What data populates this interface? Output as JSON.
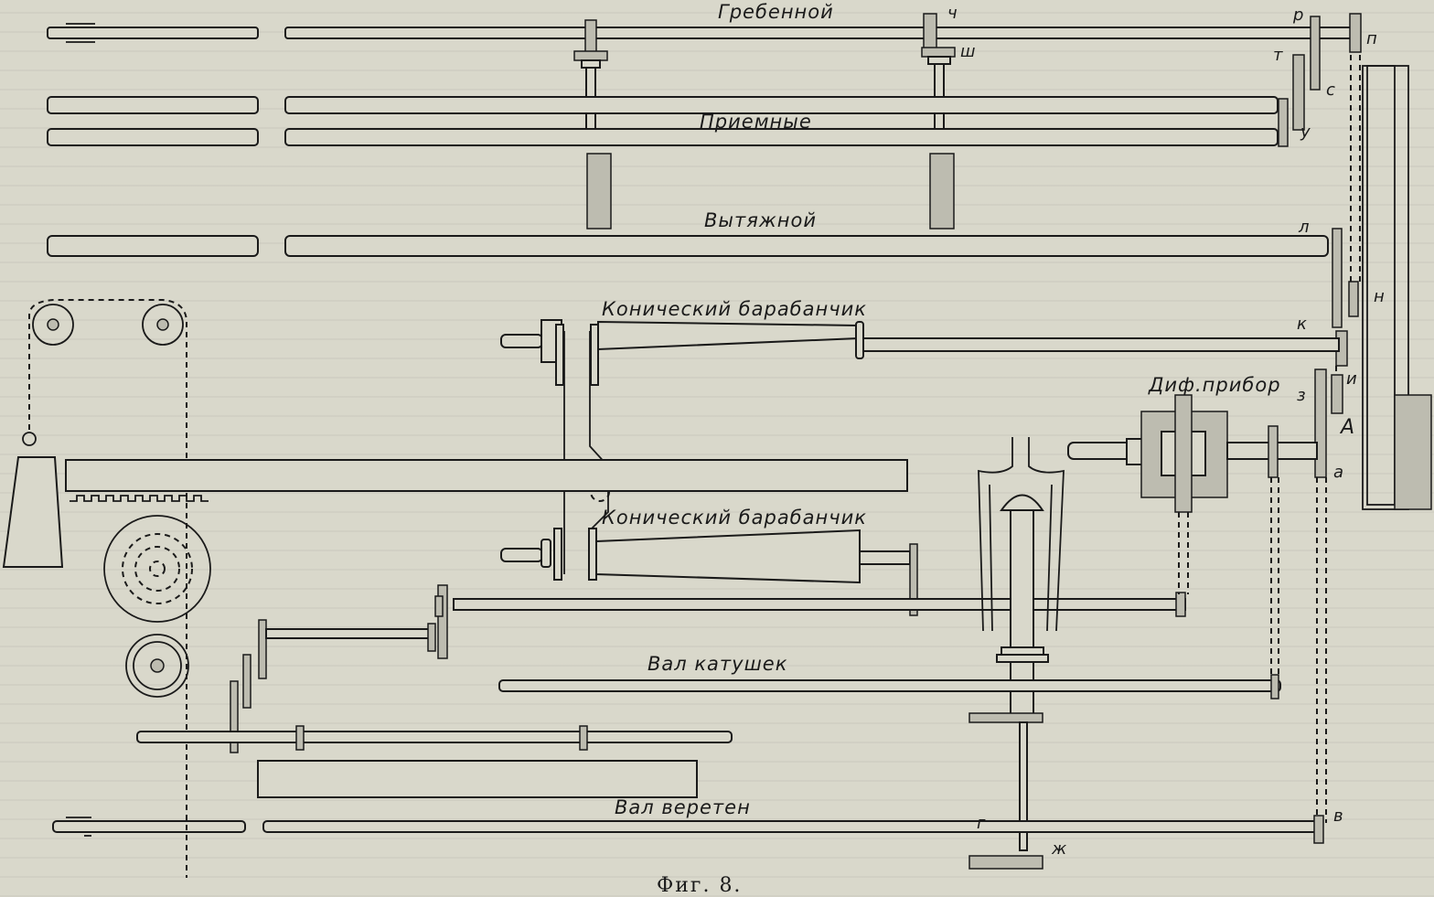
{
  "figure": {
    "caption": "Фиг. 8.",
    "shaft_labels": {
      "comb": "Гребенной",
      "delivery": "Приемные",
      "drafting": "Вытяжной",
      "cone_drum_top": "Конический барабанчик",
      "cone_drum_bottom": "Конический барабанчик",
      "differential": "Диф.прибор",
      "bobbin_shaft": "Вал катушек",
      "spindle_shaft": "Вал веретен"
    },
    "gear_letters": {
      "ch": "ч",
      "sh": "ш",
      "r": "р",
      "p": "п",
      "t": "т",
      "s": "с",
      "u": "у",
      "l": "л",
      "n": "н",
      "k": "к",
      "z": "з",
      "i": "и",
      "A": "А",
      "a": "а",
      "g": "г",
      "zh": "ж",
      "v": "в"
    }
  },
  "colors": {
    "paper": "#d9d8cb",
    "ink": "#1a1a1a"
  }
}
